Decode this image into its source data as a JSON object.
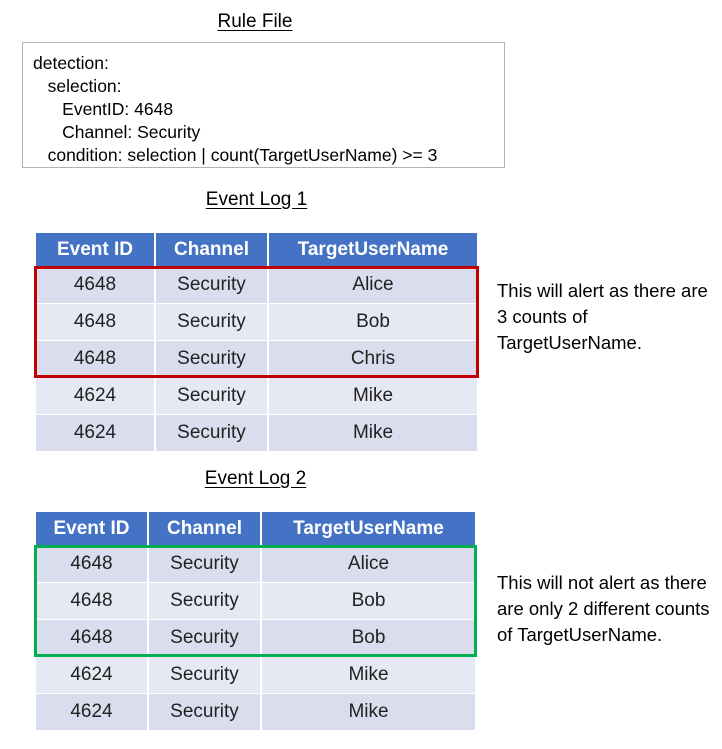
{
  "rule_section": {
    "title": "Rule File",
    "code_lines": [
      "detection:",
      "   selection:",
      "      EventID: 4648",
      "      Channel: Security",
      "   condition: selection | count(TargetUserName) >= 3"
    ]
  },
  "log1": {
    "title": "Event Log 1",
    "columns": [
      "Event ID",
      "Channel",
      "TargetUserName"
    ],
    "rows": [
      [
        "4648",
        "Security",
        "Alice"
      ],
      [
        "4648",
        "Security",
        "Bob"
      ],
      [
        "4648",
        "Security",
        "Chris"
      ],
      [
        "4624",
        "Security",
        "Mike"
      ],
      [
        "4624",
        "Security",
        "Mike"
      ]
    ],
    "highlight": {
      "color": "#c00000",
      "rows": [
        0,
        1,
        2
      ]
    },
    "annotation": "This will alert as there are 3 counts of TargetUserName."
  },
  "log2": {
    "title": "Event Log 2",
    "columns": [
      "Event ID",
      "Channel",
      "TargetUserName"
    ],
    "rows": [
      [
        "4648",
        "Security",
        "Alice"
      ],
      [
        "4648",
        "Security",
        "Bob"
      ],
      [
        "4648",
        "Security",
        "Bob"
      ],
      [
        "4624",
        "Security",
        "Mike"
      ],
      [
        "4624",
        "Security",
        "Mike"
      ]
    ],
    "highlight": {
      "color": "#00b050",
      "rows": [
        0,
        1,
        2
      ]
    },
    "annotation": "This will not alert as there are only 2 different counts of TargetUserName."
  },
  "colors": {
    "header_blue": "#4472c4",
    "row_dark": "#d9dded",
    "row_light": "#e6e9f4",
    "alert_red": "#c00000",
    "ok_green": "#00b050",
    "box_border": "#b3b3b3"
  }
}
